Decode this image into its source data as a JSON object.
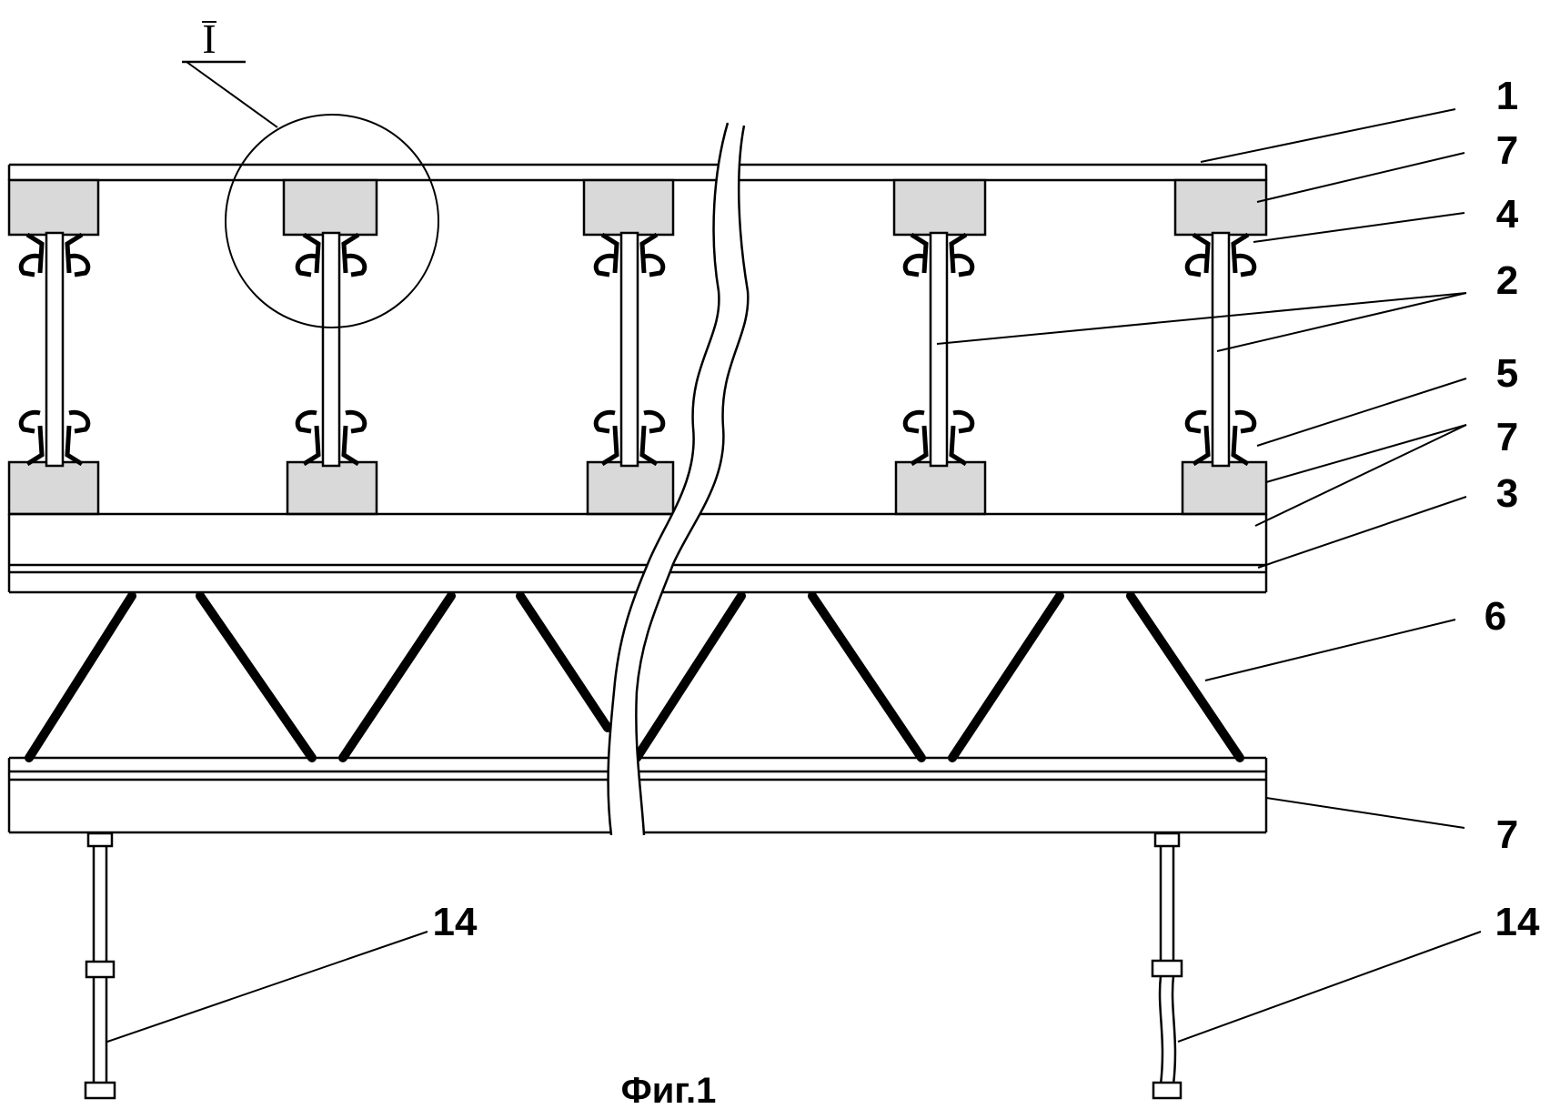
{
  "figure": {
    "caption": "Фиг.1",
    "detail_mark": "I",
    "callouts": {
      "c1": "1",
      "c7_top": "7",
      "c4": "4",
      "c2": "2",
      "c5": "5",
      "c7_mid": "7",
      "c3": "3",
      "c6": "6",
      "c7_bottom": "7",
      "c14_left": "14",
      "c14_right": "14"
    }
  },
  "colors": {
    "line": "#000000",
    "block_fill": "#d9d9d9",
    "background": "#ffffff"
  }
}
